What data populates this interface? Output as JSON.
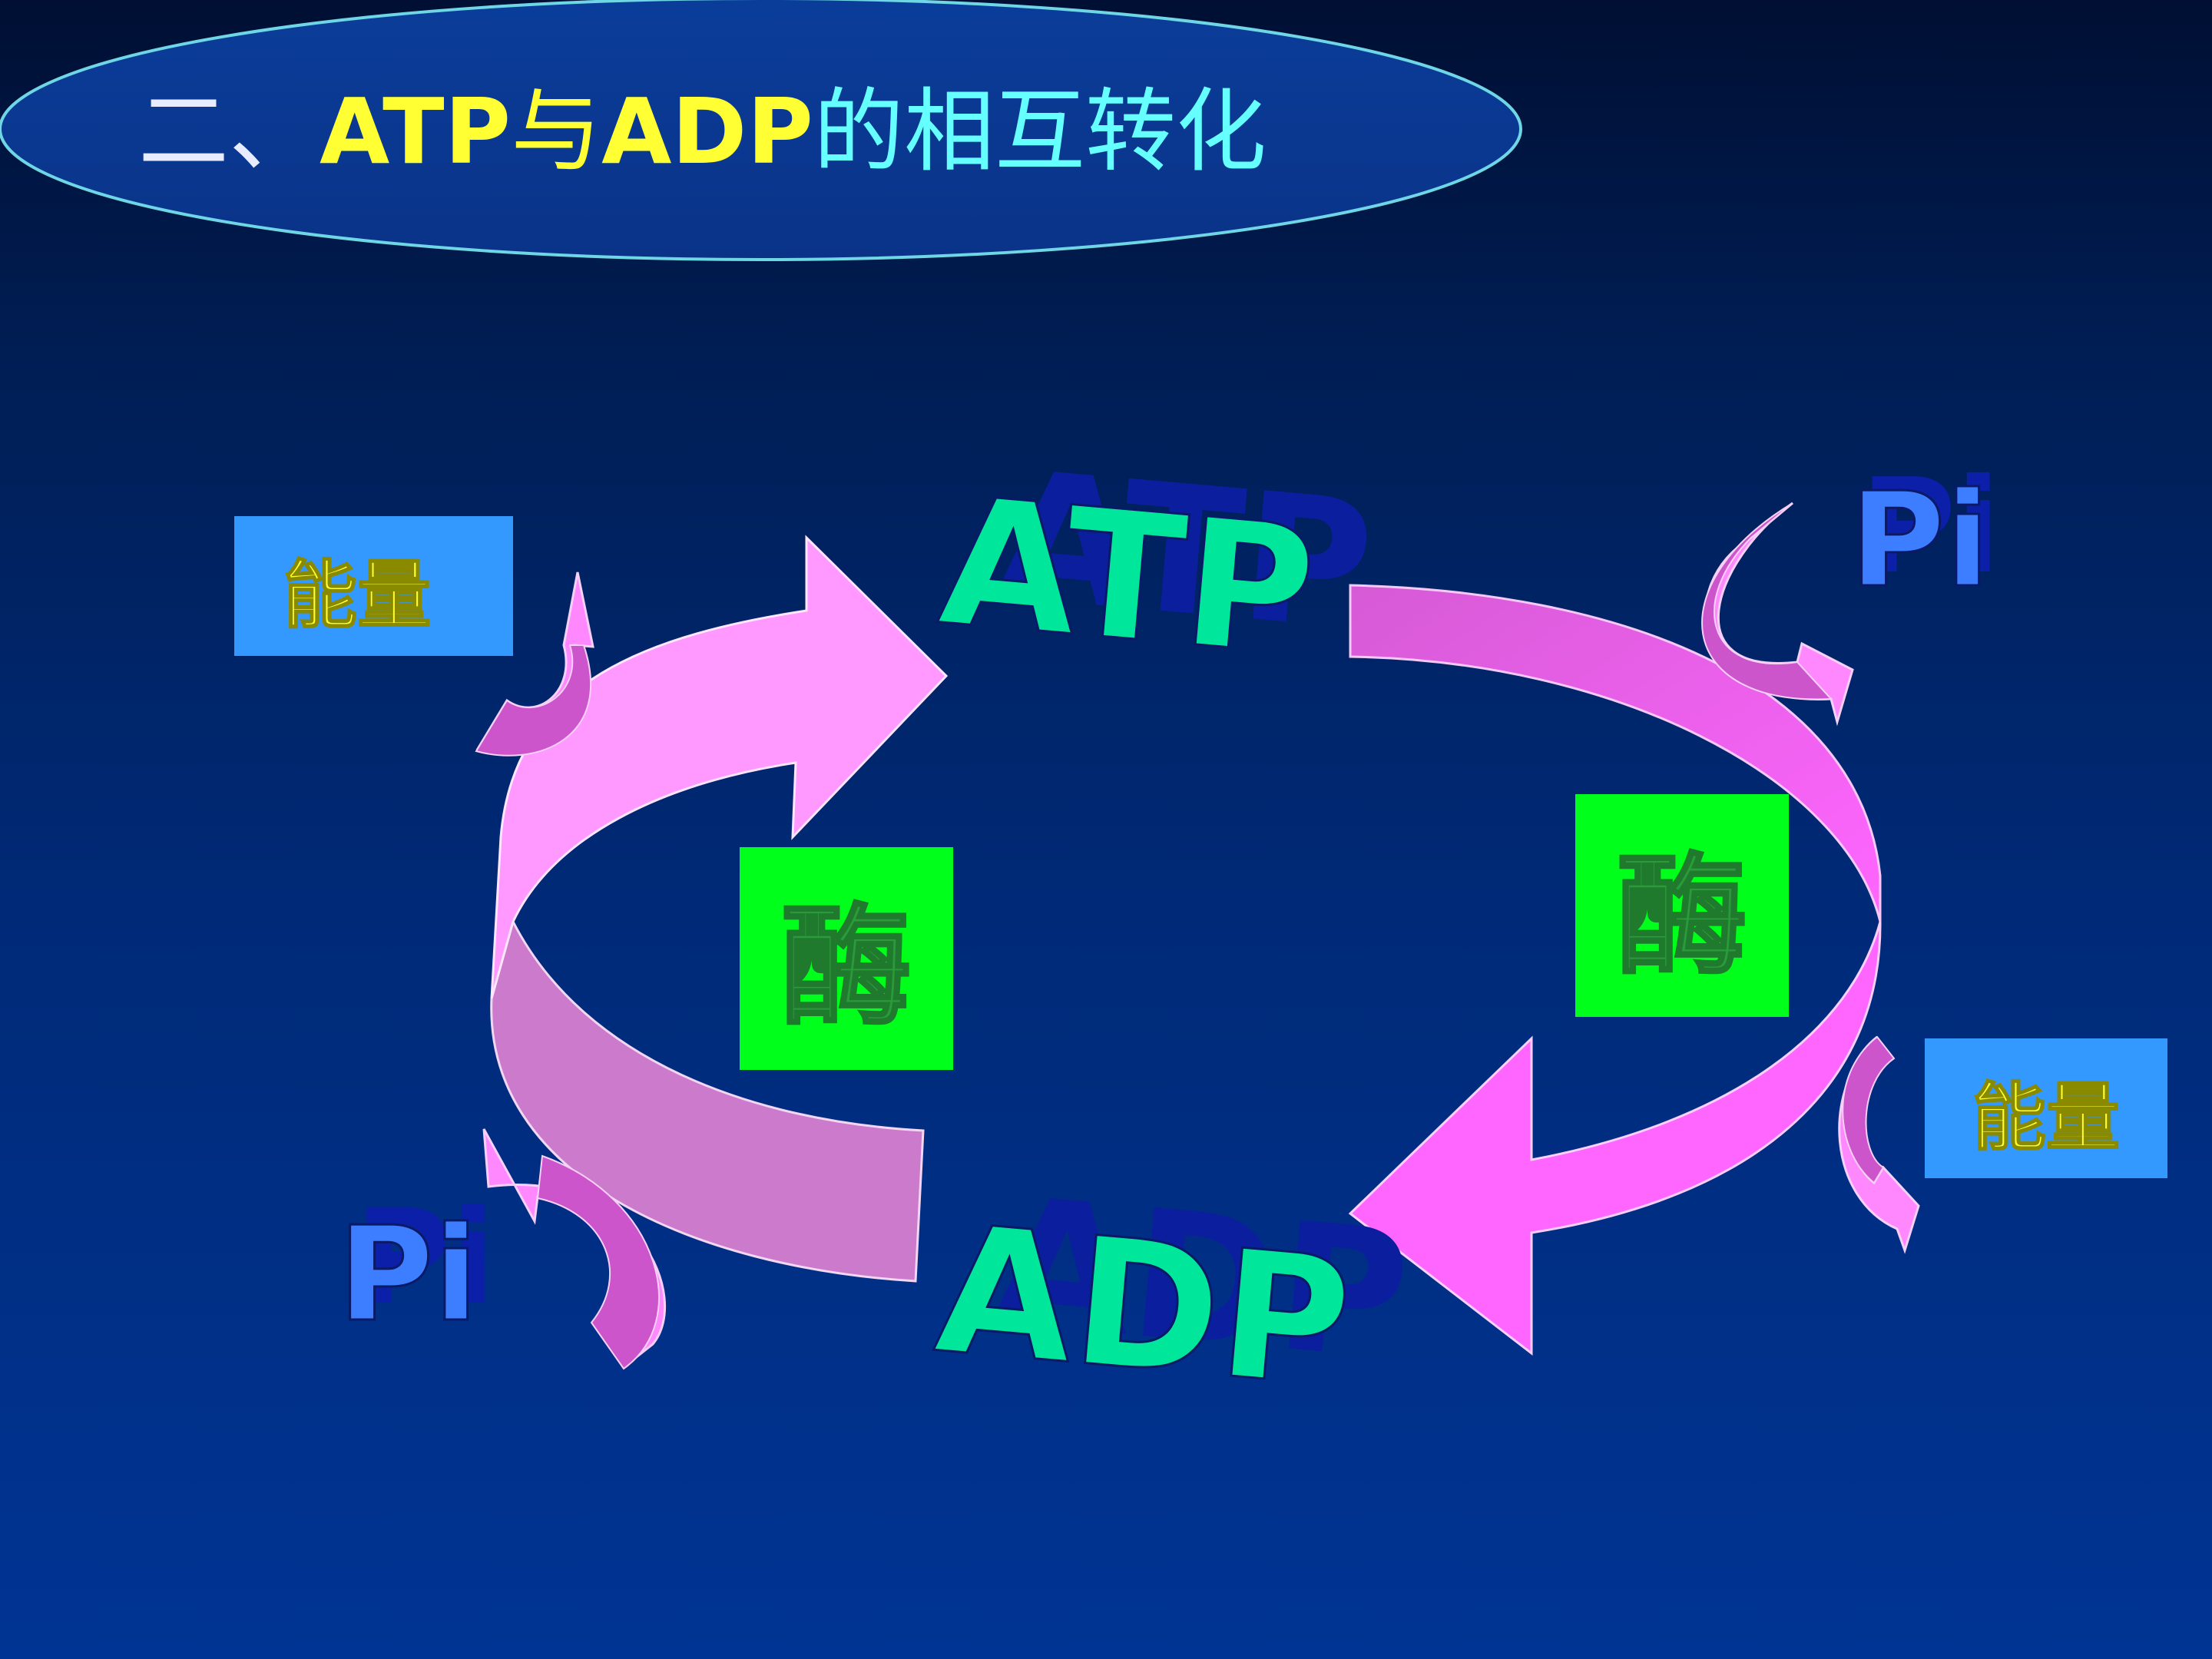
{
  "slide": {
    "title_parts": {
      "prefix": "二、",
      "atp": "ATP",
      "with": "与",
      "adp": "ADP",
      "suffix": "的相互转化"
    }
  },
  "diagram": {
    "atp_label": "ATP",
    "adp_label": "ADP",
    "enzyme_left": "酶",
    "enzyme_right": "酶",
    "energy_left": "能量",
    "energy_right": "能量",
    "pi_top_right": "Pi",
    "pi_bottom_left": "Pi"
  },
  "colors": {
    "title_white": "#e8ecff",
    "title_yellow": "#ffff33",
    "title_cyan": "#66ffff",
    "atp_adp_green": "#00e69a",
    "atp_adp_shadow": "#0b1f9e",
    "enzyme_box": "#00ff1a",
    "enzyme_text": "#2a9a3a",
    "energy_box": "#3399ff",
    "energy_text": "#ffff33",
    "pi_blue": "#3d7dff",
    "pi_shadow": "#0b1fa8",
    "arrow_pink_light": "#ff99ff",
    "arrow_pink_dark": "#cc7acc",
    "arrow_magenta": "#ff66ff",
    "arrow_purple": "#cc55cc"
  }
}
